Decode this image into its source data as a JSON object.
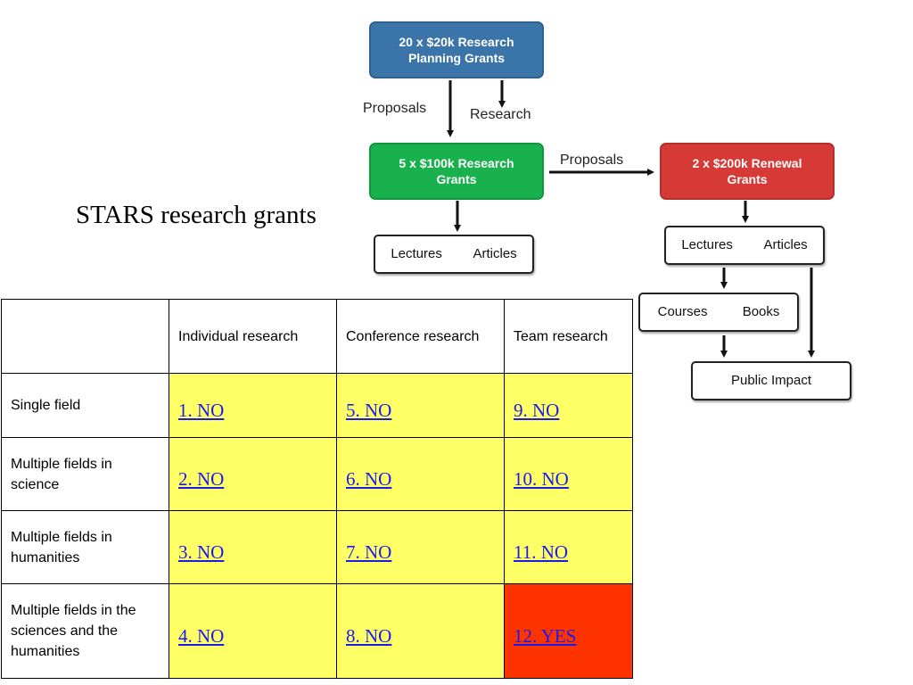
{
  "title": "STARS research grants",
  "flow": {
    "planning_grants": "20 x $20k Research Planning Grants",
    "research_grants": "5 x $100k Research Grants",
    "renewal_grants": "2 x $200k Renewal Grants",
    "edge_proposals_1": "Proposals",
    "edge_research": "Research",
    "edge_proposals_2": "Proposals",
    "outputs_left": {
      "a": "Lectures",
      "b": "Articles"
    },
    "outputs_right": {
      "a": "Lectures",
      "b": "Articles"
    },
    "outputs_courses": {
      "a": "Courses",
      "b": "Books"
    },
    "public_impact": "Public Impact",
    "colors": {
      "planning": "#3b74a8",
      "research": "#19b14d",
      "renewal": "#d63a37"
    }
  },
  "table": {
    "columns": [
      "",
      "Individual research",
      "Conference research",
      "Team research"
    ],
    "rows": [
      {
        "label": "Single field",
        "cells": [
          "1. NO",
          "5. NO",
          "9. NO"
        ]
      },
      {
        "label": "Multiple fields in science",
        "cells": [
          "2. NO",
          "6. NO",
          "10. NO"
        ]
      },
      {
        "label": "Multiple fields in humanities",
        "cells": [
          "3. NO",
          "7. NO",
          "11. NO"
        ]
      },
      {
        "label": "Multiple fields in the sciences and the humanities",
        "cells": [
          "4. NO",
          "8. NO",
          "12. YES"
        ]
      }
    ],
    "colors": {
      "no": "#ffff66",
      "yes": "#ff3300",
      "link": "#1a1aee"
    }
  }
}
